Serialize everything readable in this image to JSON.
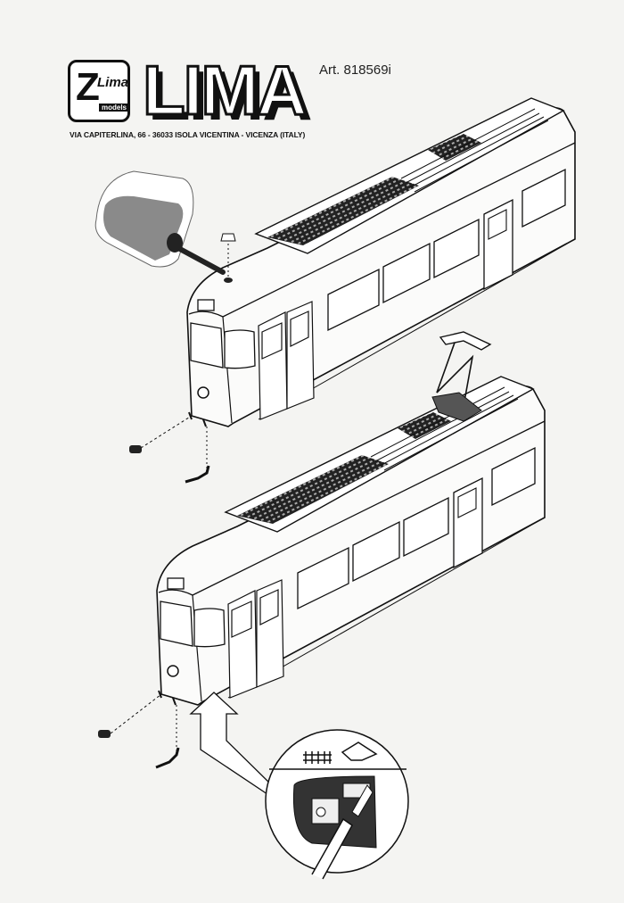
{
  "header": {
    "logo_mark": "Lima",
    "logo_sub": "models",
    "brand": "LIMA",
    "article": "Art. 818569i",
    "address": "VIA CAPITERLINA, 66 - 36033 ISOLA VICENTINA - VICENZA (ITALY)"
  },
  "figures": [
    {
      "name": "tram-with-mirror-assembly",
      "parts": [
        "mirror",
        "roof-lamp",
        "coupler",
        "coupler-hook"
      ]
    },
    {
      "name": "tram-with-pantograph",
      "parts": [
        "pantograph",
        "coupler",
        "coupler-hook"
      ]
    },
    {
      "name": "track-catenary-switch-inset",
      "icons": [
        "track-icon",
        "pantograph-icon"
      ]
    }
  ]
}
